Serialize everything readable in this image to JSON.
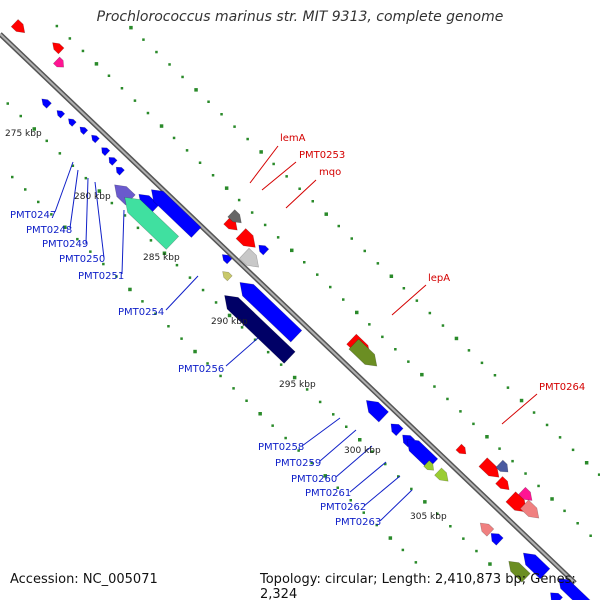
{
  "title": "Prochlorococcus marinus str. MIT 9313, complete genome",
  "footer": {
    "accession": "Accession: NC_005071",
    "topology": "Topology: circular; Length: 2,410,873 bp; Genes: 2,324"
  },
  "colors": {
    "backbone": "#8c8c8c",
    "tick_dot": "#2a8a2a",
    "forward_label": "#d40000",
    "reverse_label": "#1020c8",
    "scale_label": "#222222"
  },
  "scale_labels": [
    "275 kbp",
    "280 kbp",
    "285 kbp",
    "290 kbp",
    "295 kbp",
    "300 kbp",
    "305 kbp"
  ],
  "gene_labels": {
    "forward": [
      "lemA",
      "PMT0253",
      "mqo",
      "lepA",
      "PMT0264"
    ],
    "reverse": [
      "PMT0247",
      "PMT0248",
      "PMT0249",
      "PMT0250",
      "PMT0251",
      "PMT0254",
      "PMT0256",
      "PMT0258",
      "PMT0259",
      "PMT0260",
      "PMT0261",
      "PMT0262",
      "PMT0263"
    ]
  }
}
